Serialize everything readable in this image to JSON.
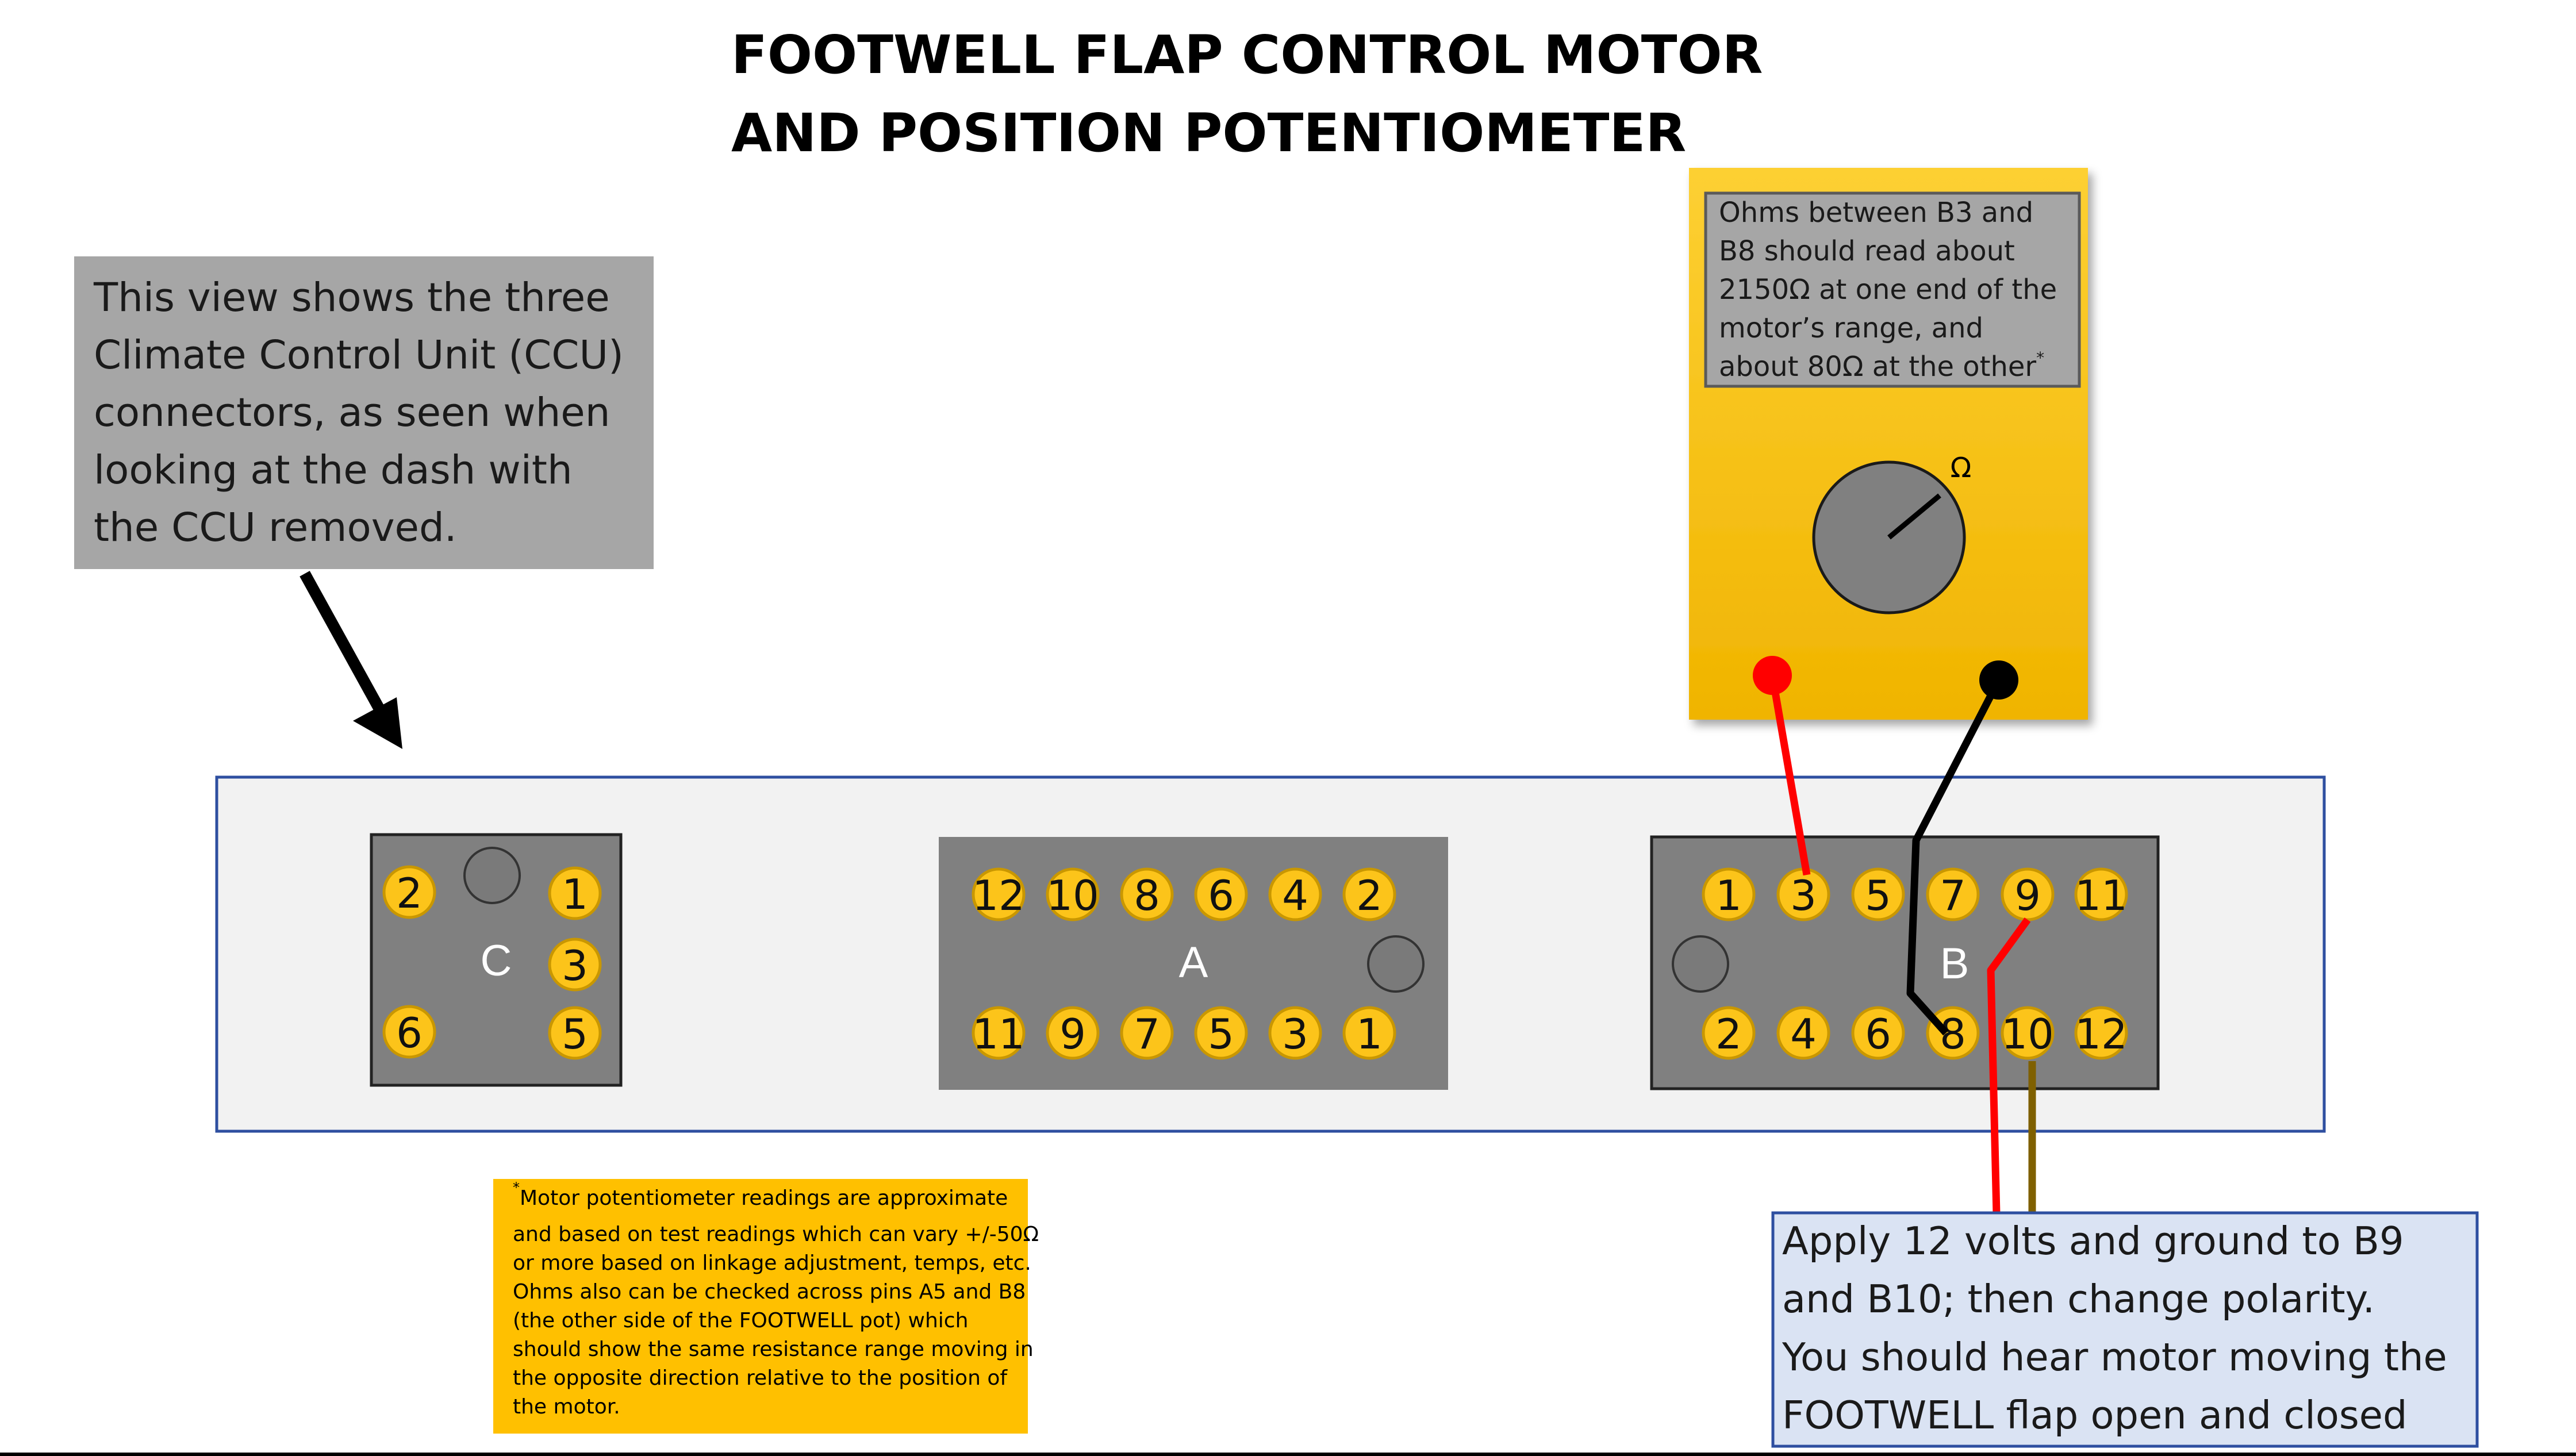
{
  "title": {
    "line1": "FOOTWELL FLAP CONTROL MOTOR",
    "line2": "AND POSITION POTENTIOMETER"
  },
  "callout": {
    "lines": [
      "This view shows the three",
      "Climate Control Unit (CCU)",
      "connectors, as seen when",
      "looking at the dash with",
      "the CCU removed."
    ]
  },
  "meter": {
    "display_lines": [
      "Ohms between B3 and",
      "B8 should read about",
      "2150Ω at one end of the",
      "motor’s range, and",
      "about  80Ω at the other"
    ],
    "footnote_mark": "*",
    "dial_symbol": "Ω",
    "colors": {
      "body": "#fcc41a",
      "display": "#a6a6a6",
      "dial": "#808080",
      "red_probe": "#ff0000",
      "black_probe": "#000000"
    }
  },
  "connectors": {
    "C": {
      "label": "C",
      "pins": [
        {
          "num": "2",
          "pos": "tl"
        },
        {
          "num": "1",
          "pos": "tr"
        },
        {
          "num": "3",
          "pos": "mr"
        },
        {
          "num": "6",
          "pos": "bl"
        },
        {
          "num": "5",
          "pos": "br"
        }
      ]
    },
    "A": {
      "label": "A",
      "top_row": [
        "12",
        "10",
        "8",
        "6",
        "4",
        "2"
      ],
      "bottom_row": [
        "11",
        "9",
        "7",
        "5",
        "3",
        "1"
      ]
    },
    "B": {
      "label": "B",
      "top_row": [
        "1",
        "3",
        "5",
        "7",
        "9",
        "11"
      ],
      "bottom_row": [
        "2",
        "4",
        "6",
        "8",
        "10",
        "12"
      ]
    }
  },
  "note": {
    "star": "*",
    "lines": [
      "Motor potentiometer readings are approximate",
      "and based on test readings which can vary +/-50Ω",
      "or more based on linkage adjustment, temps, etc.",
      "Ohms also can be checked across pins A5 and B8",
      "(the other side of the FOOTWELL pot) which",
      "should show the same resistance range moving in",
      "the opposite direction relative to the position of",
      "the motor."
    ]
  },
  "apply_box": {
    "lines": [
      "Apply 12 volts and ground to B9",
      "and B10;  then change polarity.",
      "You should hear motor moving the",
      "FOOTWELL flap open and closed"
    ]
  },
  "colors": {
    "pin_fill": "#fcc41a",
    "pin_ring": "#c99700",
    "connector_fill": "#808080",
    "panel_fill": "#f2f2f2",
    "panel_border": "#2e4fa0",
    "note_fill": "#ffc000",
    "apply_fill": "#dae3f3",
    "brown_wire": "#7f6000"
  }
}
